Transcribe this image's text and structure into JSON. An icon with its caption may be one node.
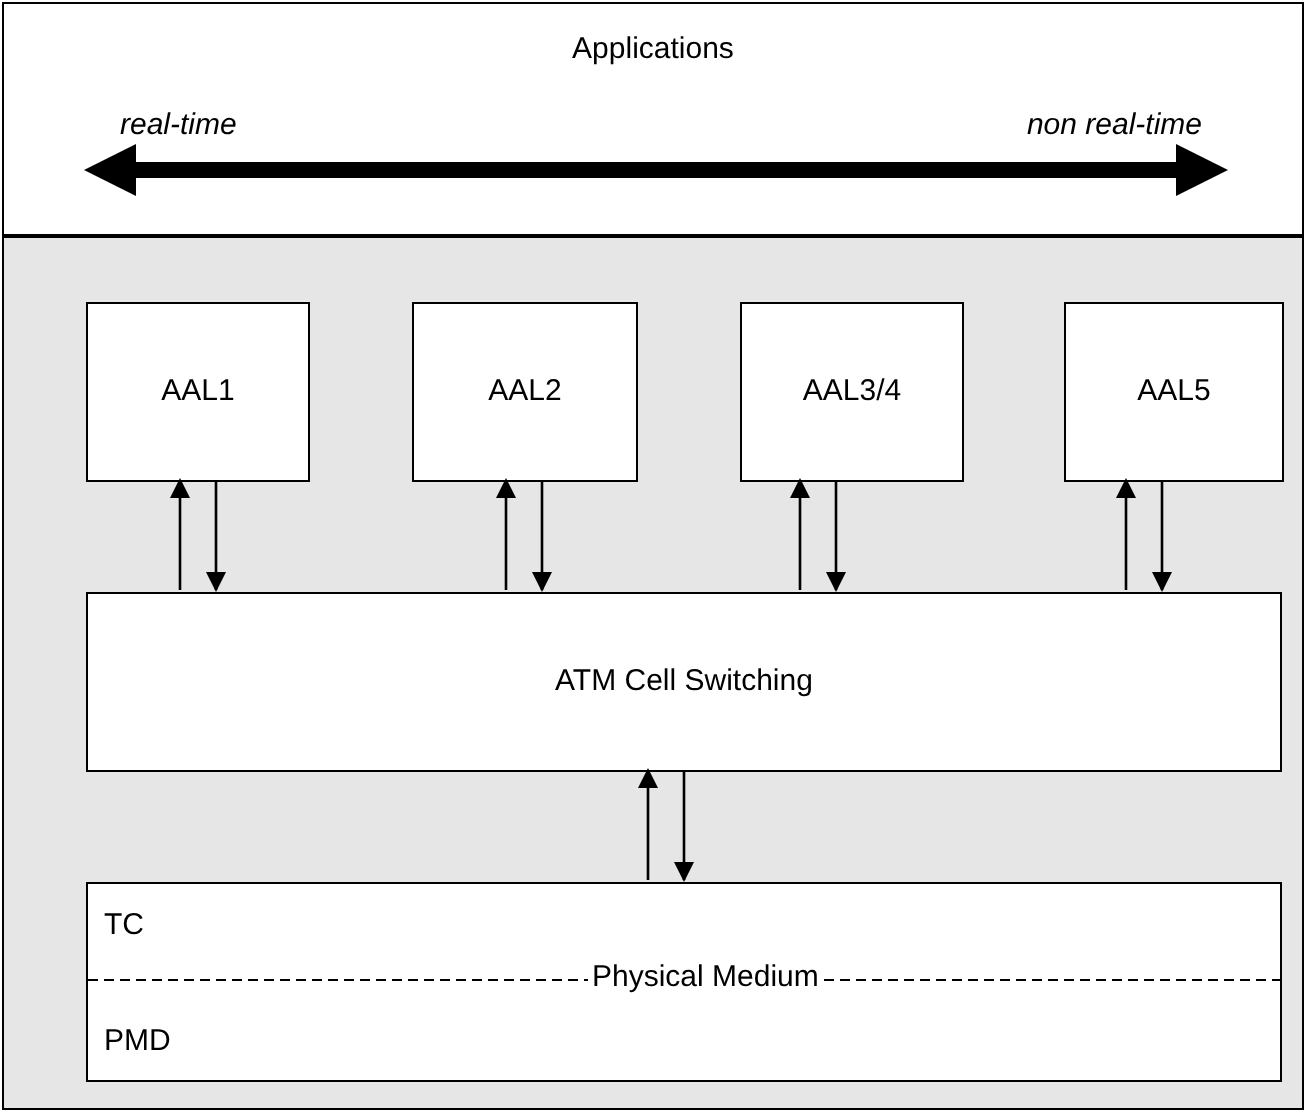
{
  "diagram": {
    "nodes": [
      {
        "text": [
          "Applications",
          "real-time",
          "non real-time"
        ]
      },
      {
        "text": [],
        "shape": "box"
      },
      {
        "text": [
          "AAL1"
        ],
        "in": 1
      },
      {
        "text": [
          "AAL2"
        ],
        "in": 1
      },
      {
        "text": [
          "AAL3/4"
        ],
        "in": 1
      },
      {
        "text": [
          "AAL5"
        ],
        "in": 1
      },
      {
        "text": [
          "ATM Cell Switching"
        ],
        "in": 1
      },
      {
        "text": [
          "TC",
          "Physical Medium",
          "PMD"
        ],
        "in": 1
      }
    ],
    "edges": [
      {
        "from": 6,
        "to": 2,
        "arrow": "to"
      },
      {
        "from": 2,
        "to": 6,
        "arrow": "to"
      },
      {
        "from": 6,
        "to": 3,
        "arrow": "to"
      },
      {
        "from": 3,
        "to": 6,
        "arrow": "to"
      },
      {
        "from": 6,
        "to": 4,
        "arrow": "to"
      },
      {
        "from": 4,
        "to": 6,
        "arrow": "to"
      },
      {
        "from": 6,
        "to": 5,
        "arrow": "to"
      },
      {
        "from": 5,
        "to": 6,
        "arrow": "to"
      },
      {
        "from": 7,
        "to": 6,
        "arrow": "to"
      },
      {
        "from": 6,
        "to": 7,
        "arrow": "to"
      }
    ]
  }
}
